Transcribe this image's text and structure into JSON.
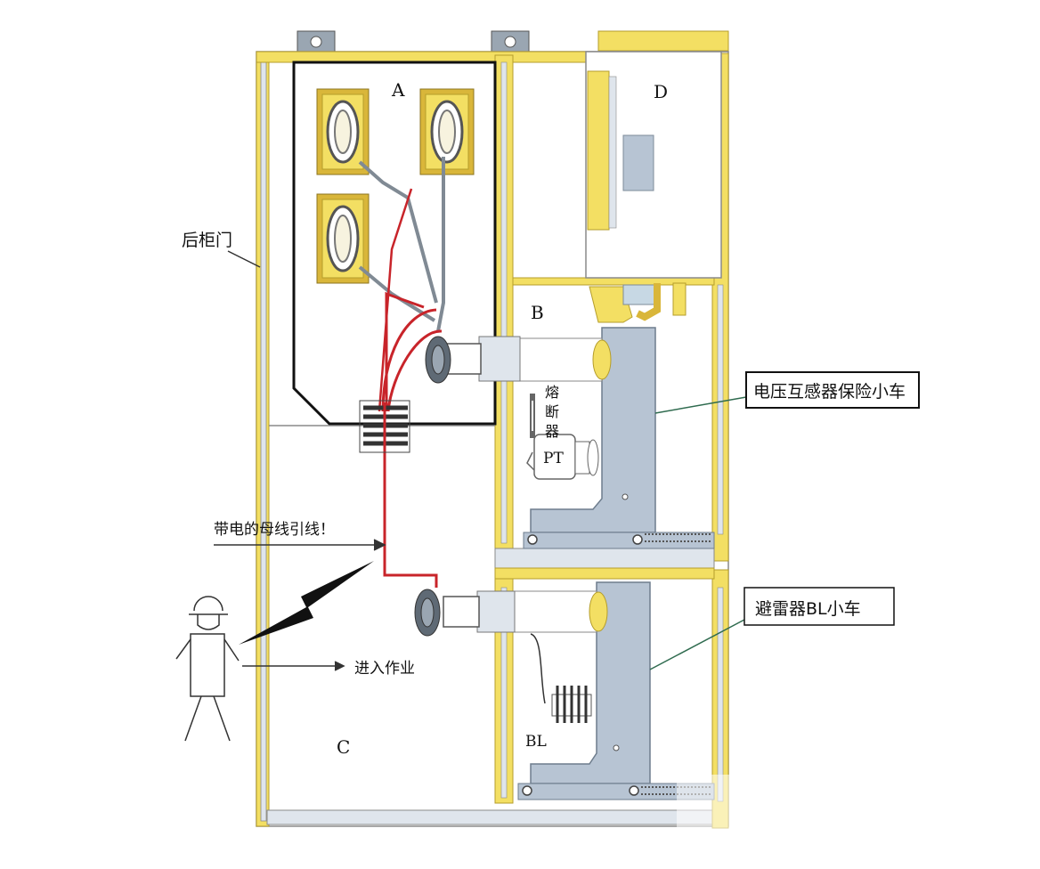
{
  "sections": {
    "a": "A",
    "b": "B",
    "c": "C",
    "d": "D"
  },
  "labels": {
    "rear_door": "后柜门",
    "live_busbar": "带电的母线引线！",
    "enter_work": "进入作业",
    "pt_fuse_cart": "电压互感器保险小车",
    "arrester_cart": "避雷器BL小车",
    "fuse_1": "熔",
    "fuse_2": "断",
    "fuse_3": "器",
    "pt": "PT",
    "bl": "BL"
  },
  "colors": {
    "frame_yellow": "#f3df63",
    "panel_gray": "#b7c4d3",
    "busbar_red": "#c8242a",
    "cabinet_line": "#111111",
    "transformer_gold": "#d9b63a"
  }
}
